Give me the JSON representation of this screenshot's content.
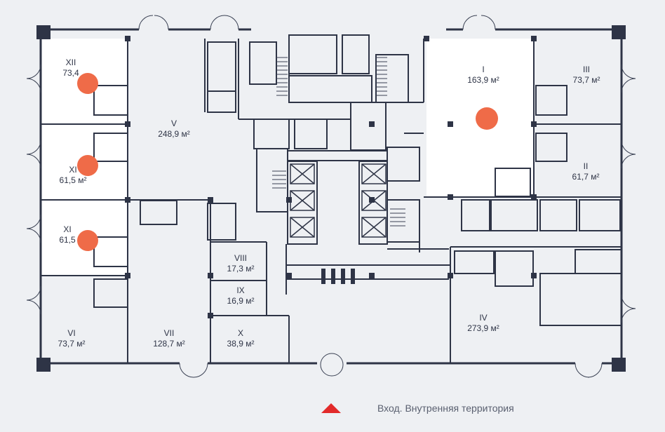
{
  "colors": {
    "wall": "#2e3446",
    "line": "#3a4153",
    "background": "#eef0f3",
    "selected_fill": "#ffffff",
    "marker": "#ef6b48",
    "entrance": "#e22a2a"
  },
  "units": [
    {
      "id": "XII",
      "number": "XII",
      "area": "73,4",
      "selected": true
    },
    {
      "id": "XI-a",
      "number": "XI",
      "area": "61,5 м²",
      "selected": true
    },
    {
      "id": "XI-b",
      "number": "XI",
      "area": "61,5",
      "selected": true
    },
    {
      "id": "VI",
      "number": "VI",
      "area": "73,7 м²",
      "selected": false
    },
    {
      "id": "V",
      "number": "V",
      "area": "248,9 м²",
      "selected": false
    },
    {
      "id": "VII",
      "number": "VII",
      "area": "128,7 м²",
      "selected": false
    },
    {
      "id": "VIII",
      "number": "VIII",
      "area": "17,3 м²",
      "selected": false
    },
    {
      "id": "IX",
      "number": "IX",
      "area": "16,9 м²",
      "selected": false
    },
    {
      "id": "X",
      "number": "X",
      "area": "38,9 м²",
      "selected": false
    },
    {
      "id": "I",
      "number": "I",
      "area": "163,9 м²",
      "selected": true
    },
    {
      "id": "III",
      "number": "III",
      "area": "73,7 м²",
      "selected": false
    },
    {
      "id": "II",
      "number": "II",
      "area": "61,7 м²",
      "selected": false
    },
    {
      "id": "IV",
      "number": "IV",
      "area": "273,9 м²",
      "selected": false
    }
  ],
  "legend": {
    "entrance_icon": "red-triangle-icon",
    "label": "Вход. Внутренняя территория"
  }
}
